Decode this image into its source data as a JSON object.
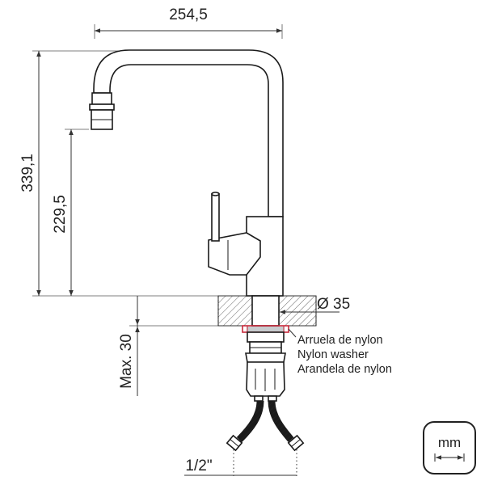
{
  "dimensions": {
    "width": "254,5",
    "height_total": "339,1",
    "spout_height": "229,5",
    "max_thickness": "Max. 30",
    "hole_diameter": "Ø 35",
    "hose_thread": "1/2\""
  },
  "washer_labels": {
    "pt": "Arruela de nylon",
    "en": "Nylon washer",
    "es": "Arandela de nylon"
  },
  "units_badge": {
    "label": "mm"
  },
  "colors": {
    "washer": "#c8283a",
    "line": "#1a1a1a",
    "hatch": "#555555"
  }
}
